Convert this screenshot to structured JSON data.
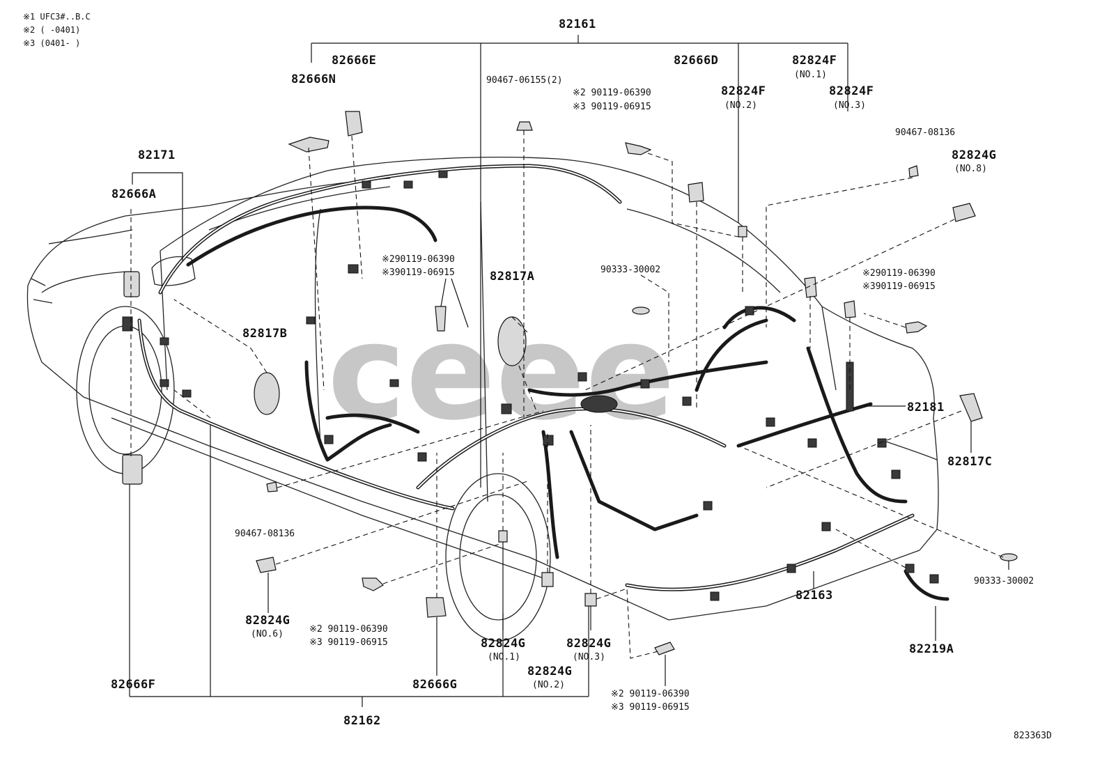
{
  "notes": [
    "※1 UFC3#..B.C",
    "※2 (     -0401)",
    "※3 (0401-     )"
  ],
  "watermark": "ceee",
  "diagram_id": "823363D",
  "labels": {
    "p82161": "82161",
    "p82666E": "82666E",
    "p82666N": "82666N",
    "p82171": "82171",
    "p82666A": "82666A",
    "p90467_06155": "90467-06155(2)",
    "p90119_06390_a": "※2 90119-06390",
    "p90119_06915_a": "※3 90119-06915",
    "p82666D": "82666D",
    "p82824F_no1": "82824F",
    "p82824F_no1_sub": "(NO.1)",
    "p82824F_no2": "82824F",
    "p82824F_no2_sub": "(NO.2)",
    "p82824F_no3": "82824F",
    "p82824F_no3_sub": "(NO.3)",
    "p90467_08136_r": "90467-08136",
    "p82824G_no8": "82824G",
    "p82824G_no8_sub": "(NO.8)",
    "p90119_06390_b": "※290119-06390",
    "p90119_06915_b": "※390119-06915",
    "p82817A": "82817A",
    "p90333_30002_c": "90333-30002",
    "p90119_06390_c": "※290119-06390",
    "p90119_06915_c": "※390119-06915",
    "p82817B": "82817B",
    "p82181": "82181",
    "p82817C": "82817C",
    "p90467_08136_l": "90467-08136",
    "p90333_30002_r": "90333-30002",
    "p82163": "82163",
    "p82824G_no6": "82824G",
    "p82824G_no6_sub": "(NO.6)",
    "p90119_06390_d": "※2 90119-06390",
    "p90119_06915_d": "※3 90119-06915",
    "p82824G_no1": "82824G",
    "p82824G_no1_sub": "(NO.1)",
    "p82824G_no3": "82824G",
    "p82824G_no3_sub": "(NO.3)",
    "p82824G_no2": "82824G",
    "p82824G_no2_sub": "(NO.2)",
    "p82219A": "82219A",
    "p82666F": "82666F",
    "p82666G": "82666G",
    "p90119_06390_e": "※2 90119-06390",
    "p90119_06915_e": "※3 90119-06915",
    "p82162": "82162"
  }
}
